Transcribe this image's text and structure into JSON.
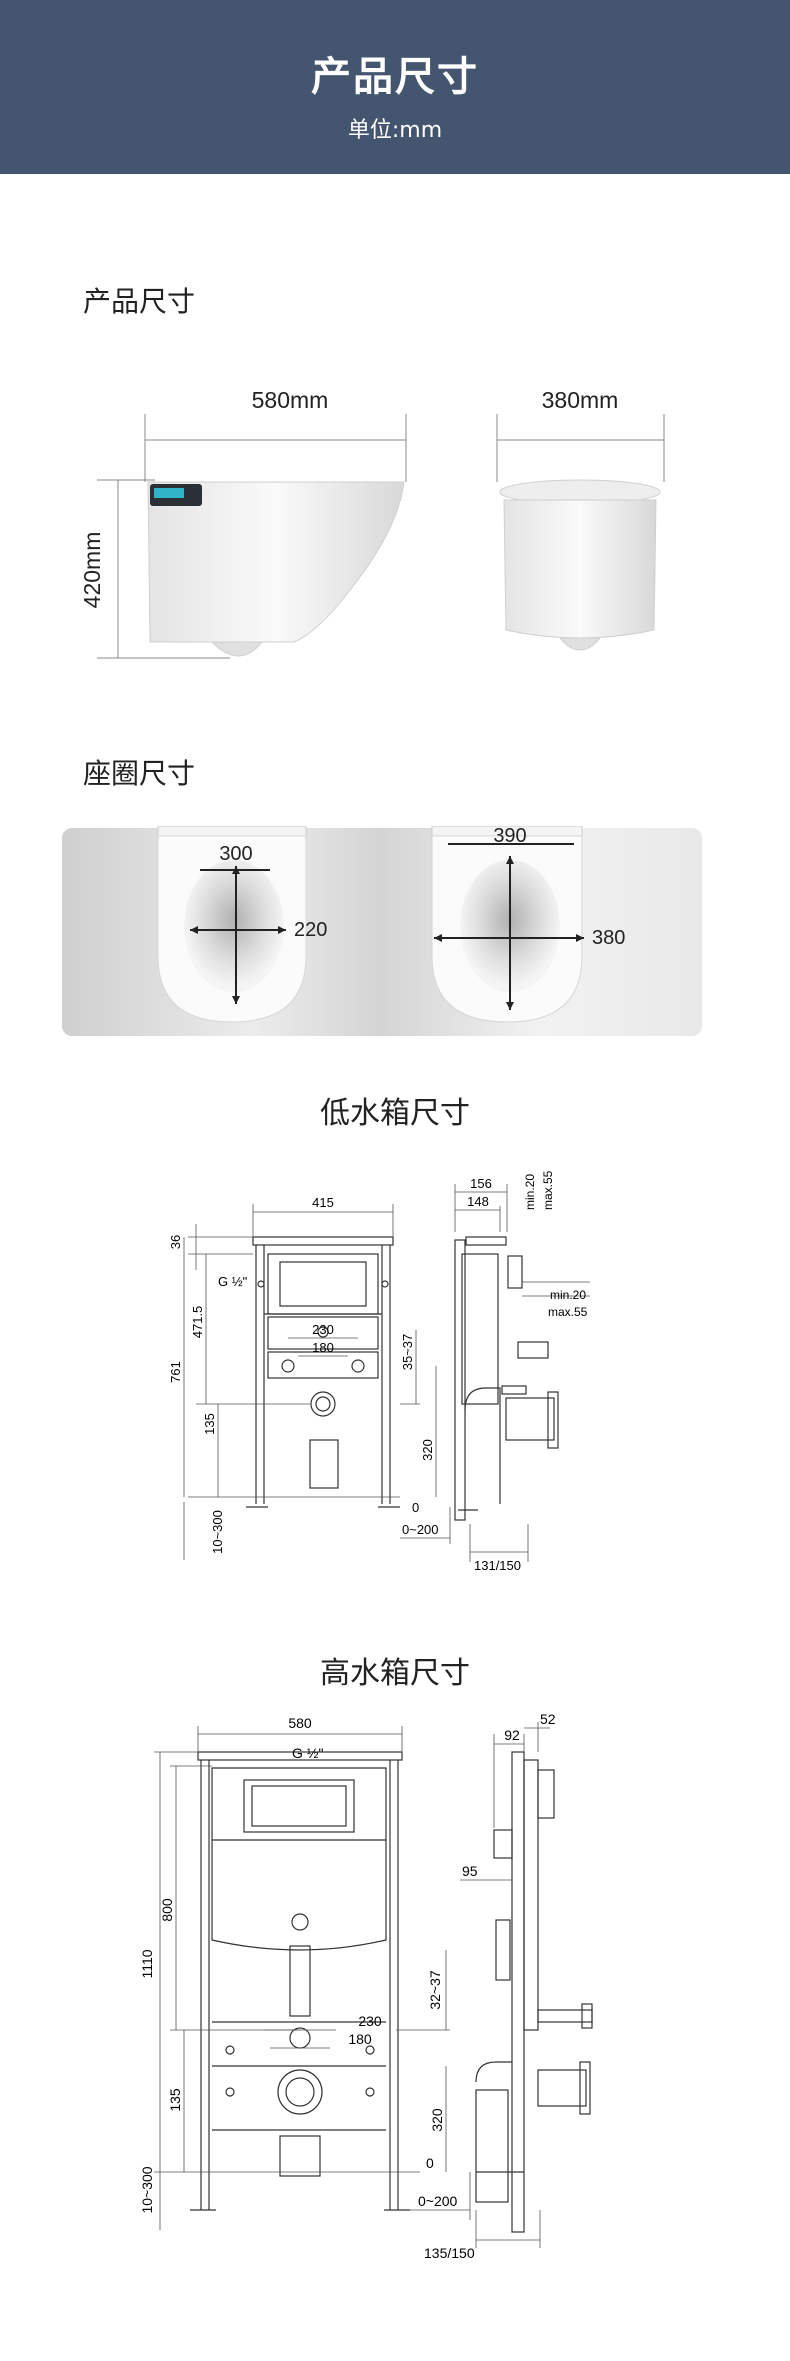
{
  "header": {
    "title": "产品尺寸",
    "unit": "单位:mm"
  },
  "product": {
    "title": "产品尺寸",
    "width_side": "580mm",
    "width_front": "380mm",
    "height": "420mm"
  },
  "seat": {
    "title": "座圈尺寸",
    "a_w": "300",
    "a_d": "220",
    "b_w": "390",
    "b_d": "380"
  },
  "low": {
    "title": "低水箱尺寸",
    "d415": "415",
    "d36": "36",
    "g": "G ½\"",
    "d471": "471.5",
    "d761": "761",
    "d230": "230",
    "d180": "180",
    "d3537": "35~37",
    "d135": "135",
    "d320": "320",
    "d0": "0",
    "d10300": "10~300",
    "d0200": "0~200",
    "d156": "156",
    "d148": "148",
    "min20a": "min.20",
    "max55a": "max.55",
    "min20b": "min.20",
    "max55b": "max.55",
    "d131": "131/150"
  },
  "high": {
    "title": "高水箱尺寸",
    "d580": "580",
    "g": "G ½\"",
    "d800": "800",
    "d1110": "1110",
    "d3237": "32~37",
    "d230": "230",
    "d180": "180",
    "d135": "135",
    "d320": "320",
    "d0": "0",
    "d10300": "10~300",
    "d0200": "0~200",
    "d52": "52",
    "d92": "92",
    "d95": "95",
    "d135150": "135/150"
  }
}
